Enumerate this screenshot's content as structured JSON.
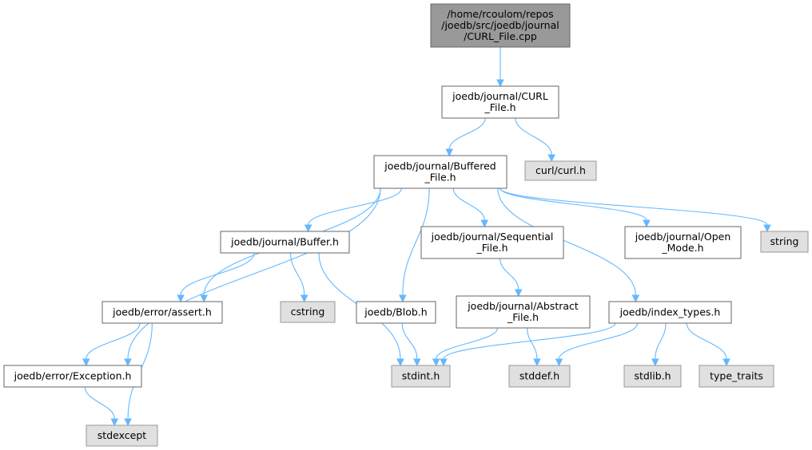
{
  "diagram": {
    "edge_color": "#63b8ff",
    "nodes": {
      "root": {
        "lines": [
          "/home/rcoulom/repos",
          "/joedb/src/joedb/journal",
          "/CURL_File.cpp"
        ],
        "kind": "root"
      },
      "curl_file": {
        "lines": [
          "joedb/journal/CURL",
          "_File.h"
        ],
        "kind": "file"
      },
      "curl_h": {
        "lines": [
          "curl/curl.h"
        ],
        "kind": "system"
      },
      "buffered": {
        "lines": [
          "joedb/journal/Buffered",
          "_File.h"
        ],
        "kind": "file"
      },
      "buffer": {
        "lines": [
          "joedb/journal/Buffer.h"
        ],
        "kind": "file"
      },
      "sequential": {
        "lines": [
          "joedb/journal/Sequential",
          "_File.h"
        ],
        "kind": "file"
      },
      "open_mode": {
        "lines": [
          "joedb/journal/Open",
          "_Mode.h"
        ],
        "kind": "file"
      },
      "string": {
        "lines": [
          "string"
        ],
        "kind": "system"
      },
      "assert": {
        "lines": [
          "joedb/error/assert.h"
        ],
        "kind": "file"
      },
      "cstring": {
        "lines": [
          "cstring"
        ],
        "kind": "system"
      },
      "blob": {
        "lines": [
          "joedb/Blob.h"
        ],
        "kind": "file"
      },
      "abstract": {
        "lines": [
          "joedb/journal/Abstract",
          "_File.h"
        ],
        "kind": "file"
      },
      "index_types": {
        "lines": [
          "joedb/index_types.h"
        ],
        "kind": "file"
      },
      "exception": {
        "lines": [
          "joedb/error/Exception.h"
        ],
        "kind": "file"
      },
      "stdint": {
        "lines": [
          "stdint.h"
        ],
        "kind": "system"
      },
      "stddef": {
        "lines": [
          "stddef.h"
        ],
        "kind": "system"
      },
      "stdlib": {
        "lines": [
          "stdlib.h"
        ],
        "kind": "system"
      },
      "type_traits": {
        "lines": [
          "type_traits"
        ],
        "kind": "system"
      },
      "stdexcept": {
        "lines": [
          "stdexcept"
        ],
        "kind": "system"
      }
    },
    "edges": [
      [
        "root",
        "curl_file"
      ],
      [
        "curl_file",
        "buffered"
      ],
      [
        "curl_file",
        "curl_h"
      ],
      [
        "buffered",
        "buffer"
      ],
      [
        "buffered",
        "sequential"
      ],
      [
        "buffered",
        "open_mode"
      ],
      [
        "buffered",
        "string"
      ],
      [
        "buffered",
        "assert"
      ],
      [
        "buffered",
        "exception"
      ],
      [
        "buffered",
        "blob"
      ],
      [
        "buffered",
        "index_types"
      ],
      [
        "buffer",
        "assert"
      ],
      [
        "buffer",
        "cstring"
      ],
      [
        "buffer",
        "stdint"
      ],
      [
        "sequential",
        "abstract"
      ],
      [
        "assert",
        "exception"
      ],
      [
        "assert",
        "stdexcept"
      ],
      [
        "exception",
        "stdexcept"
      ],
      [
        "blob",
        "stdint"
      ],
      [
        "abstract",
        "stdint"
      ],
      [
        "abstract",
        "stddef"
      ],
      [
        "index_types",
        "stdint"
      ],
      [
        "index_types",
        "stddef"
      ],
      [
        "index_types",
        "stdlib"
      ],
      [
        "index_types",
        "type_traits"
      ]
    ]
  }
}
